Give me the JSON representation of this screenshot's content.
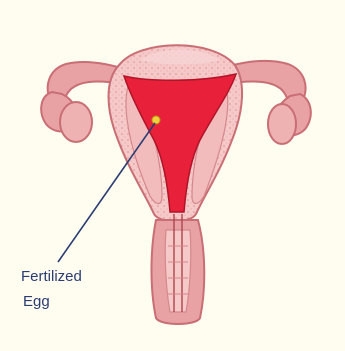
{
  "label": {
    "line1": "Fertilized",
    "line2": "Egg"
  },
  "colors": {
    "background": "#fffdf0",
    "tissue_pink": "#e9a2a4",
    "tissue_light": "#f4c9c8",
    "tissue_outline": "#c86e74",
    "uterine_cavity": "#e8203a",
    "egg": "#f0d040",
    "pointer_line": "#2a3c72"
  },
  "icons": {
    "egg": "yellow-dot"
  }
}
